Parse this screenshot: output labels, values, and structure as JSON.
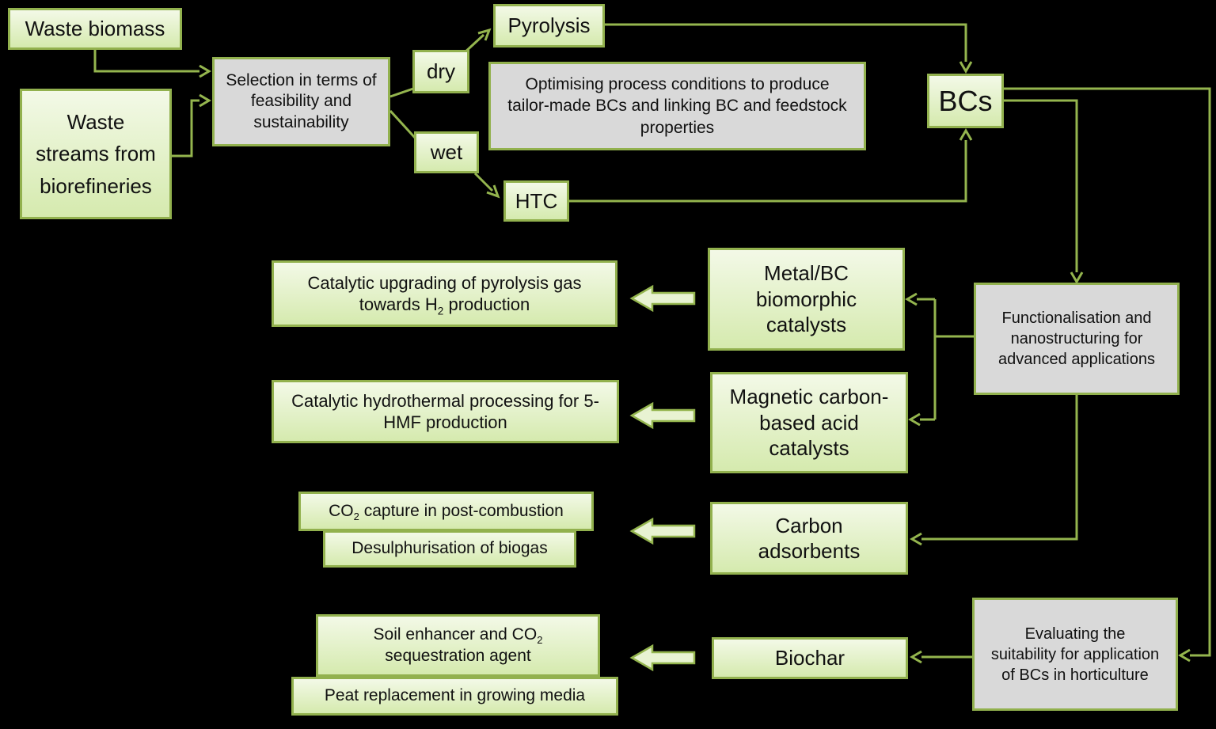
{
  "diagram": {
    "colors": {
      "background": "#000000",
      "box_border": "#92b14e",
      "box_fill_top": "#f3f9e7",
      "box_fill_bottom": "#d5eaae",
      "gray_fill": "#d9d9d9",
      "connector": "#94b54e",
      "arrow_fill": "#e8f3d2",
      "text": "#111111"
    },
    "nodes": {
      "waste_biomass": {
        "label": "Waste biomass"
      },
      "waste_streams": {
        "label": "Waste streams from biorefineries"
      },
      "selection": {
        "label": "Selection in terms of feasibility and sustainability"
      },
      "dry": {
        "label": "dry"
      },
      "wet": {
        "label": "wet"
      },
      "pyrolysis": {
        "label": "Pyrolysis"
      },
      "optimising": {
        "label": "Optimising process conditions to produce tailor-made BCs and linking BC and feedstock properties"
      },
      "htc": {
        "label": "HTC"
      },
      "bcs": {
        "label": "BCs"
      },
      "functionalisation": {
        "label": "Functionalisation and nanostructuring for advanced applications"
      },
      "metal_bc": {
        "label": "Metal/BC biomorphic catalysts"
      },
      "catalytic_upgrading": {
        "parts": [
          "Catalytic upgrading of pyrolysis gas towards H",
          "2",
          " production"
        ]
      },
      "magnetic": {
        "label": "Magnetic carbon-based acid catalysts"
      },
      "catalytic_hydrothermal": {
        "label": "Catalytic hydrothermal processing for 5-HMF production"
      },
      "co2_capture": {
        "parts": [
          "CO",
          "2",
          " capture in post-combustion"
        ]
      },
      "desulphurisation": {
        "label": "Desulphurisation of biogas"
      },
      "carbon_adsorbents": {
        "label": "Carbon adsorbents"
      },
      "soil_enhancer": {
        "parts": [
          "Soil enhancer and CO",
          "2",
          " sequestration agent"
        ]
      },
      "peat": {
        "label": "Peat replacement in growing media"
      },
      "biochar": {
        "label": "Biochar"
      },
      "evaluating": {
        "label": "Evaluating the suitability for application of BCs in horticulture"
      }
    }
  }
}
